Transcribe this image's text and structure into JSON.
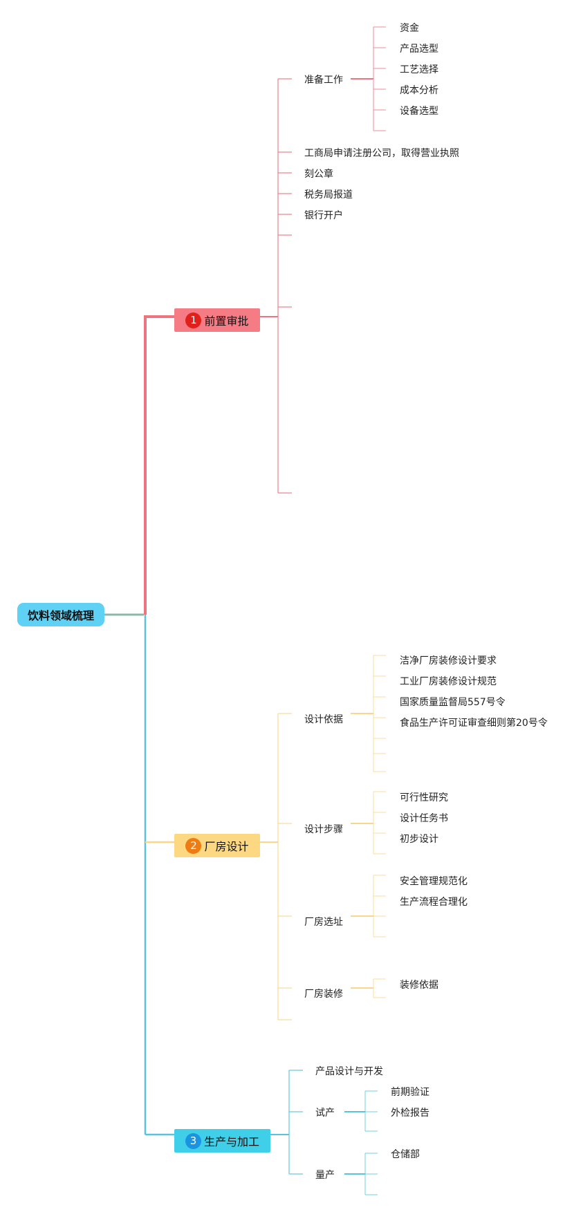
{
  "root": {
    "label": "饮料领域梳理",
    "color": "#5ed1f5"
  },
  "branches": [
    {
      "badge": "1",
      "label": "前置审批",
      "color": "#f57b84",
      "badge_color": "#e0201a",
      "line_color": "#ee7580",
      "children": [
        {
          "label": "准备工作",
          "children": [
            "资金",
            "产品选型",
            "工艺选择",
            "成本分析",
            "设备选型"
          ]
        },
        {
          "label": "工商局申请注册公司，取得营业执照"
        },
        {
          "label": "刻公章"
        },
        {
          "label": "税务局报道"
        },
        {
          "label": "银行开户"
        }
      ]
    },
    {
      "badge": "2",
      "label": "厂房设计",
      "color": "#fdd882",
      "badge_color": "#ed7c12",
      "line_color": "#fbd58a",
      "children": [
        {
          "label": "设计依据",
          "children": [
            "洁净厂房装修设计要求",
            "工业厂房装修设计规范",
            "国家质量监督局557号令",
            "食品生产许可证审查细则第20号令"
          ]
        },
        {
          "label": "设计步骤",
          "children": [
            "可行性研究",
            "设计任务书",
            "初步设计"
          ]
        },
        {
          "label": "厂房选址",
          "children": [
            "安全管理规范化",
            "生产流程合理化"
          ]
        },
        {
          "label": "厂房装修",
          "children": [
            "装修依据"
          ]
        }
      ]
    },
    {
      "badge": "3",
      "label": "生产与加工",
      "color": "#3fcfe9",
      "badge_color": "#1a94e0",
      "line_color": "#55c4dc",
      "children": [
        {
          "label": "产品设计与开发"
        },
        {
          "label": "试产",
          "children": [
            "前期验证",
            "外检报告"
          ]
        },
        {
          "label": "量产",
          "children": [
            "仓储部"
          ]
        }
      ]
    }
  ]
}
